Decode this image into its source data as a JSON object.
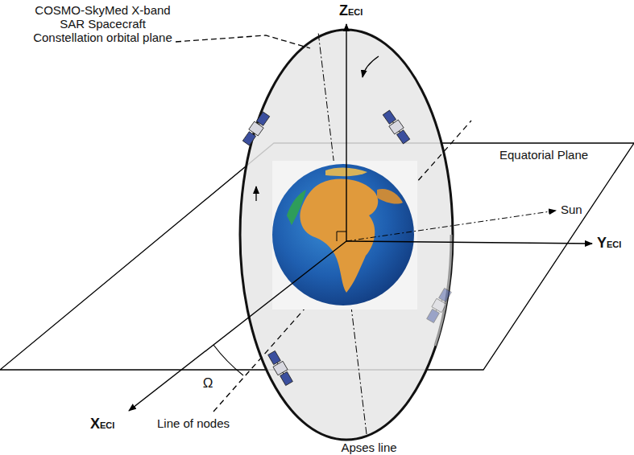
{
  "diagram": {
    "labels": [
      "COSMO-SkyMed X-band SAR Spacecraft Constellation orbital plane",
      "ZECI",
      "Equatorial Plane",
      "Sun",
      "YECI",
      "Ω",
      "XECI",
      "Line of nodes",
      "Apses line"
    ]
  }
}
